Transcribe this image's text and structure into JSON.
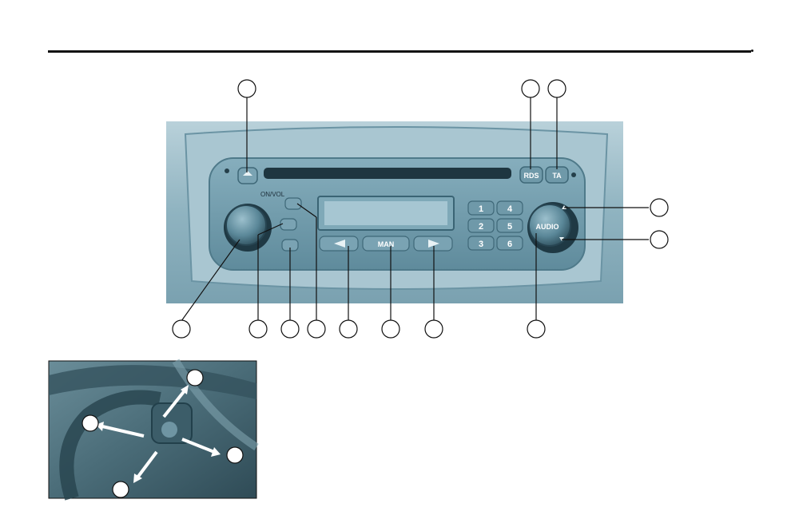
{
  "radio": {
    "on_vol_label": "ON/VOL",
    "rds_label": "RDS",
    "ta_label": "TA",
    "man_label": "MAN",
    "audio_label": "AUDIO",
    "presets": [
      "1",
      "4",
      "2",
      "5",
      "3",
      "6"
    ]
  },
  "colors": {
    "faceplate": "#8fb3c0",
    "panel": "#6e98a8",
    "button": "#7aa3b3",
    "photo_bg": "#4d6f7c"
  }
}
